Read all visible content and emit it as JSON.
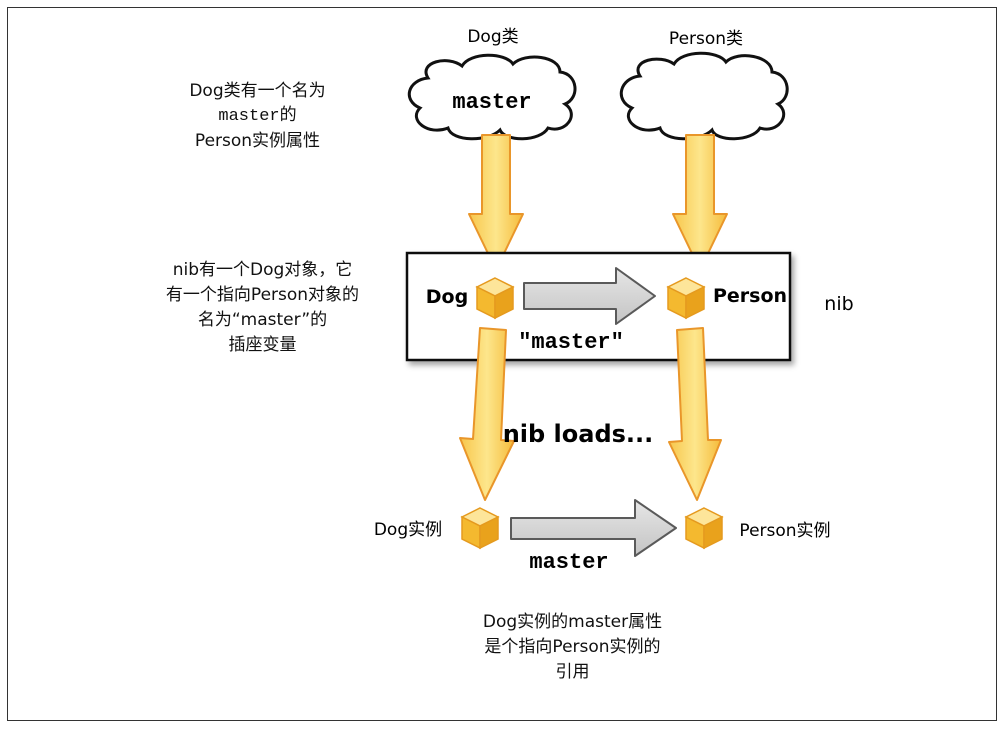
{
  "headers": {
    "dog_class": "Dog类",
    "person_class": "Person类"
  },
  "clouds": {
    "dog_cloud_text": "master",
    "person_cloud_text": ""
  },
  "nib_box": {
    "dog_label": "Dog",
    "person_label": "Person",
    "outlet_label": "\"master\"",
    "side_label": "nib"
  },
  "loads_label": "nib loads...",
  "instances": {
    "dog_label": "Dog实例",
    "person_label": "Person实例",
    "reference_label": "master"
  },
  "notes": {
    "class_note": [
      "Dog类有一个名为",
      "master的",
      "Person实例属性"
    ],
    "nib_note": [
      "nib有一个Dog对象，它",
      "有一个指向Person对象的",
      "名为“master”的",
      "插座变量"
    ],
    "instance_note": [
      "Dog实例的master属性",
      "是个指向Person实例的",
      "引用"
    ]
  },
  "colors": {
    "arrow_fill": "#f6c343",
    "arrow_stroke": "#e9962a",
    "gray_arrow_fill": "#d4d4d4",
    "gray_arrow_stroke": "#5a5a5a",
    "cube_top": "#fde59a",
    "cube_left": "#f4b92f",
    "cube_right": "#e9a21c"
  }
}
